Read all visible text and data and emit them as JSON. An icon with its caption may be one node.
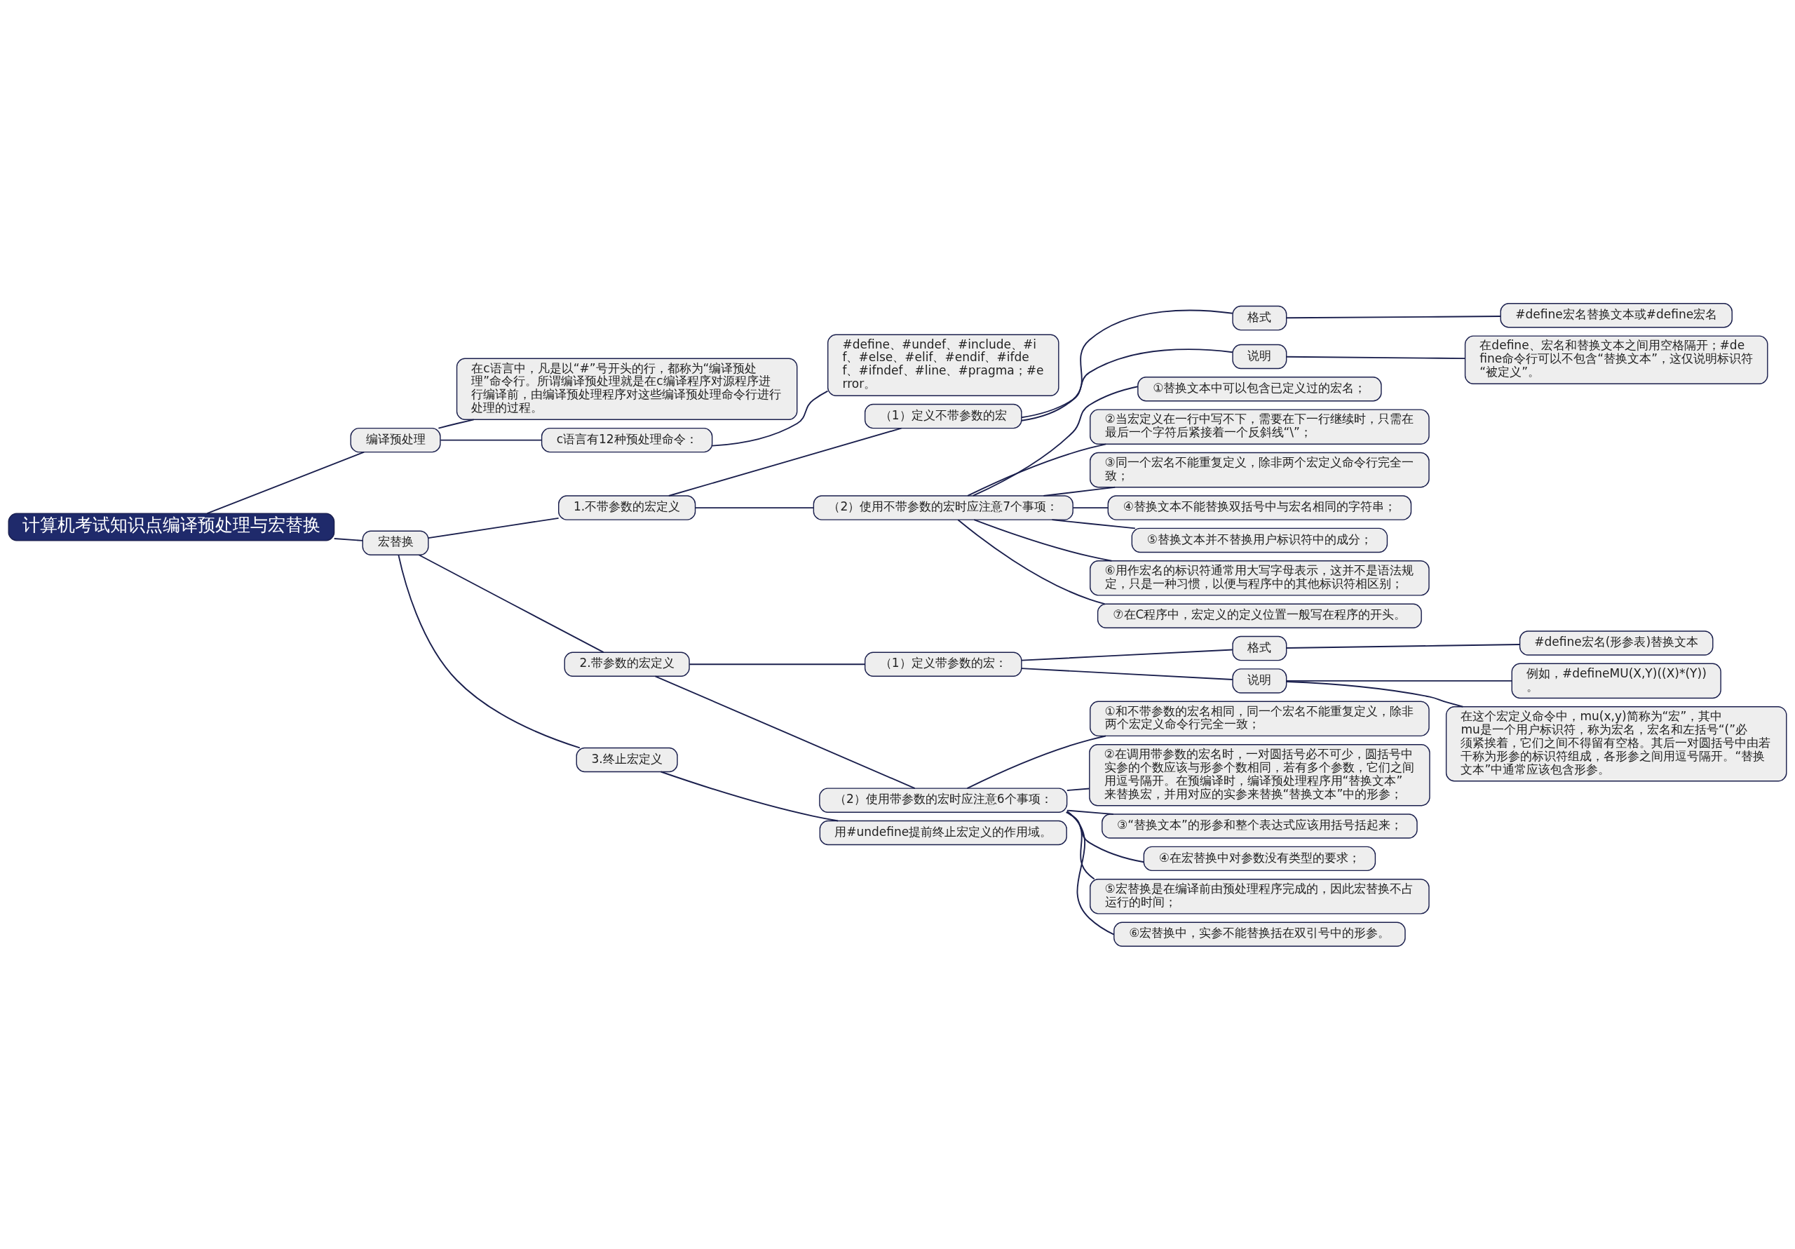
{
  "diagram": {
    "nodes": [
      {
        "text": [
          "计算机考试知识点编译预处理与宏替换"
        ]
      },
      {
        "text": [
          "编译预处理"
        ]
      },
      {
        "text": [
          "在c语言中，凡是以“#”号开头的行，都称为“编译预处理”命令行。所谓编译预处理就是在c编译程序对源程序进行编译前，由编译预处理程序对这些编译预处理命令行进行处理的过程。"
        ]
      },
      {
        "text": [
          "c语言有12种预处理命令："
        ]
      },
      {
        "text": [
          "#define、#undef、#include、#if、#else、#elif、#endif、#ifdef、#ifndef、#line、#pragma；#error。"
        ]
      },
      {
        "text": [
          "宏替换"
        ]
      },
      {
        "text": [
          "1.不带参数的宏定义"
        ]
      },
      {
        "text": [
          "（1）定义不带参数的宏"
        ]
      },
      {
        "text": [
          "格式"
        ]
      },
      {
        "text": [
          "#define宏名替换文本或#define宏名"
        ]
      },
      {
        "text": [
          "说明"
        ]
      },
      {
        "text": [
          "在define、宏名和替换文本之间用空格隔开；#define命令行可以不包含“替换文本”，这仅说明标识符“被定义”。"
        ]
      },
      {
        "text": [
          "（2）使用不带参数的宏时应注意7个事项："
        ]
      },
      {
        "text": [
          "①替换文本中可以包含已定义过的宏名；"
        ]
      },
      {
        "text": [
          "②当宏定义在一行中写不下，需要在下一行继续时，只需在最后一个字符后紧接着一个反斜线“\\”；"
        ]
      },
      {
        "text": [
          "③同一个宏名不能重复定义，除非两个宏定义命令行完全一致；"
        ]
      },
      {
        "text": [
          "④替换文本不能替换双括号中与宏名相同的字符串；"
        ]
      },
      {
        "text": [
          "⑤替换文本并不替换用户标识符中的成分；"
        ]
      },
      {
        "text": [
          "⑥用作宏名的标识符通常用大写字母表示，这并不是语法规定，只是一种习惯，以便与程序中的其他标识符相区别；"
        ]
      },
      {
        "text": [
          "⑦在C程序中，宏定义的定义位置一般写在程序的开头。"
        ]
      },
      {
        "text": [
          "2.带参数的宏定义"
        ]
      },
      {
        "text": [
          "（1）定义带参数的宏："
        ]
      },
      {
        "text": [
          "格式"
        ]
      },
      {
        "text": [
          "#define宏名(形参表)替换文本"
        ]
      },
      {
        "text": [
          "说明"
        ]
      },
      {
        "text": [
          "例如，#defineMU(X,Y)((X)*(Y))。"
        ]
      },
      {
        "text": [
          "在这个宏定义命令中，mu(x,y)简称为“宏”，其中mu是一个用户标识符，称为宏名，宏名和左括号“(”必须紧挨着，它们之间不得留有空格。其后一对圆括号中由若干称为形参的标识符组成，各形参之间用逗号隔开。“替换文本”中通常应该包含形参。"
        ]
      },
      {
        "text": [
          "（2）使用带参数的宏时应注意6个事项："
        ]
      },
      {
        "text": [
          "①和不带参数的宏名相同，同一个宏名不能重复定义，除非两个宏定义命令行完全一致；"
        ]
      },
      {
        "text": [
          "②在调用带参数的宏名时，一对圆括号必不可少，圆括号中实参的个数应该与形参个数相同，若有多个参数，它们之间用逗号隔开。在预编译时，编译预处理程序用“替换文本”来替换宏，并用对应的实参来替换“替换文本”中的形参；"
        ]
      },
      {
        "text": [
          "③“替换文本”的形参和整个表达式应该用括号括起来；"
        ]
      },
      {
        "text": [
          "④在宏替换中对参数没有类型的要求；"
        ]
      },
      {
        "text": [
          "⑤宏替换是在编译前由预处理程序完成的，因此宏替换不占运行的时间；"
        ]
      },
      {
        "text": [
          "⑥宏替换中，实参不能替换括在双引号中的形参。"
        ]
      },
      {
        "text": [
          "3.终止宏定义"
        ]
      },
      {
        "text": [
          "用#undefine提前终止宏定义的作用域。"
        ]
      }
    ],
    "edges": [
      {
        "from": 0,
        "to": 1,
        "arrow": "none"
      },
      {
        "from": 1,
        "to": 2,
        "arrow": "none"
      },
      {
        "from": 1,
        "to": 3,
        "arrow": "none"
      },
      {
        "from": 3,
        "to": 4,
        "arrow": "none"
      },
      {
        "from": 0,
        "to": 5,
        "arrow": "none"
      },
      {
        "from": 5,
        "to": 6,
        "arrow": "none"
      },
      {
        "from": 6,
        "to": 7,
        "arrow": "none"
      },
      {
        "from": 7,
        "to": 8,
        "arrow": "none"
      },
      {
        "from": 8,
        "to": 9,
        "arrow": "none"
      },
      {
        "from": 7,
        "to": 10,
        "arrow": "none"
      },
      {
        "from": 10,
        "to": 11,
        "arrow": "none"
      },
      {
        "from": 6,
        "to": 12,
        "arrow": "none"
      },
      {
        "from": 12,
        "to": 13,
        "arrow": "none"
      },
      {
        "from": 12,
        "to": 14,
        "arrow": "none"
      },
      {
        "from": 12,
        "to": 15,
        "arrow": "none"
      },
      {
        "from": 12,
        "to": 16,
        "arrow": "none"
      },
      {
        "from": 12,
        "to": 17,
        "arrow": "none"
      },
      {
        "from": 12,
        "to": 18,
        "arrow": "none"
      },
      {
        "from": 12,
        "to": 19,
        "arrow": "none"
      },
      {
        "from": 5,
        "to": 20,
        "arrow": "none"
      },
      {
        "from": 20,
        "to": 21,
        "arrow": "none"
      },
      {
        "from": 21,
        "to": 22,
        "arrow": "none"
      },
      {
        "from": 22,
        "to": 23,
        "arrow": "none"
      },
      {
        "from": 21,
        "to": 24,
        "arrow": "none"
      },
      {
        "from": 24,
        "to": 25,
        "arrow": "none"
      },
      {
        "from": 24,
        "to": 26,
        "arrow": "none"
      },
      {
        "from": 20,
        "to": 27,
        "arrow": "none"
      },
      {
        "from": 27,
        "to": 28,
        "arrow": "none"
      },
      {
        "from": 27,
        "to": 29,
        "arrow": "none"
      },
      {
        "from": 27,
        "to": 30,
        "arrow": "none"
      },
      {
        "from": 27,
        "to": 31,
        "arrow": "none"
      },
      {
        "from": 27,
        "to": 32,
        "arrow": "none"
      },
      {
        "from": 27,
        "to": 33,
        "arrow": "none"
      },
      {
        "from": 5,
        "to": 34,
        "arrow": "none"
      },
      {
        "from": 34,
        "to": 35,
        "arrow": "none"
      }
    ]
  }
}
